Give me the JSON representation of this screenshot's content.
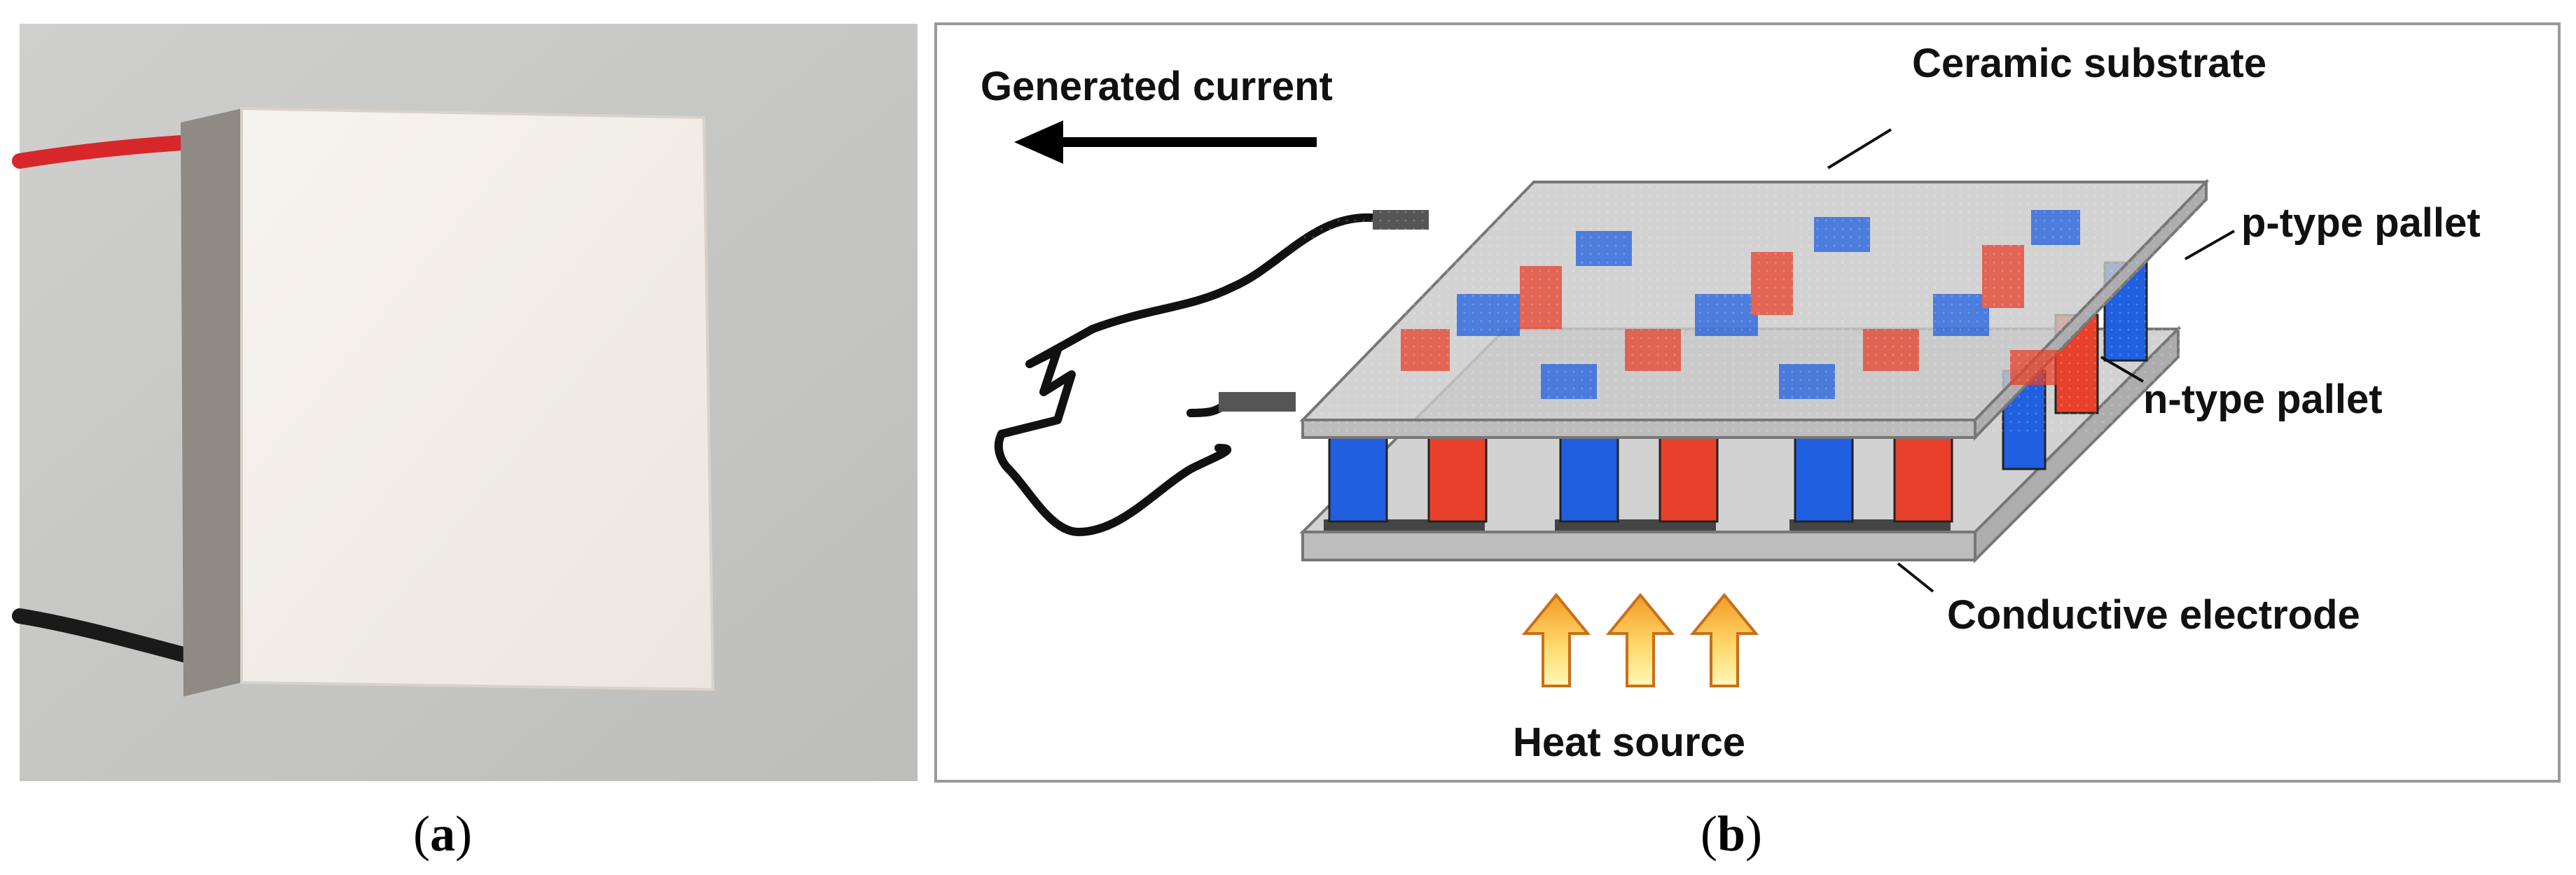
{
  "panels": {
    "a": {
      "caption_open": "(",
      "caption_letter": "a",
      "caption_close": ")"
    },
    "b": {
      "caption_open": "(",
      "caption_letter": "b",
      "caption_close": ")"
    }
  },
  "diagram": {
    "labels": {
      "generated_current": "Generated current",
      "ceramic_substrate": "Ceramic substrate",
      "p_type": "p-type pallet",
      "n_type": "n-type pallet",
      "conductive_electrode": "Conductive electrode",
      "heat_source": "Heat source"
    }
  },
  "colors": {
    "background": "#ffffff",
    "photo_background": "#c8c8c6",
    "module_white": "#f4efea",
    "wire_red": "#d8272a",
    "wire_black": "#1a1a1a",
    "p_type": "#e8402a",
    "n_type": "#1f5fe0",
    "ceramic": "#c9c9c9",
    "heat_arrow_top": "#f39a24",
    "heat_arrow_bottom": "#fff6a6",
    "frame": "#9a9a9a"
  }
}
